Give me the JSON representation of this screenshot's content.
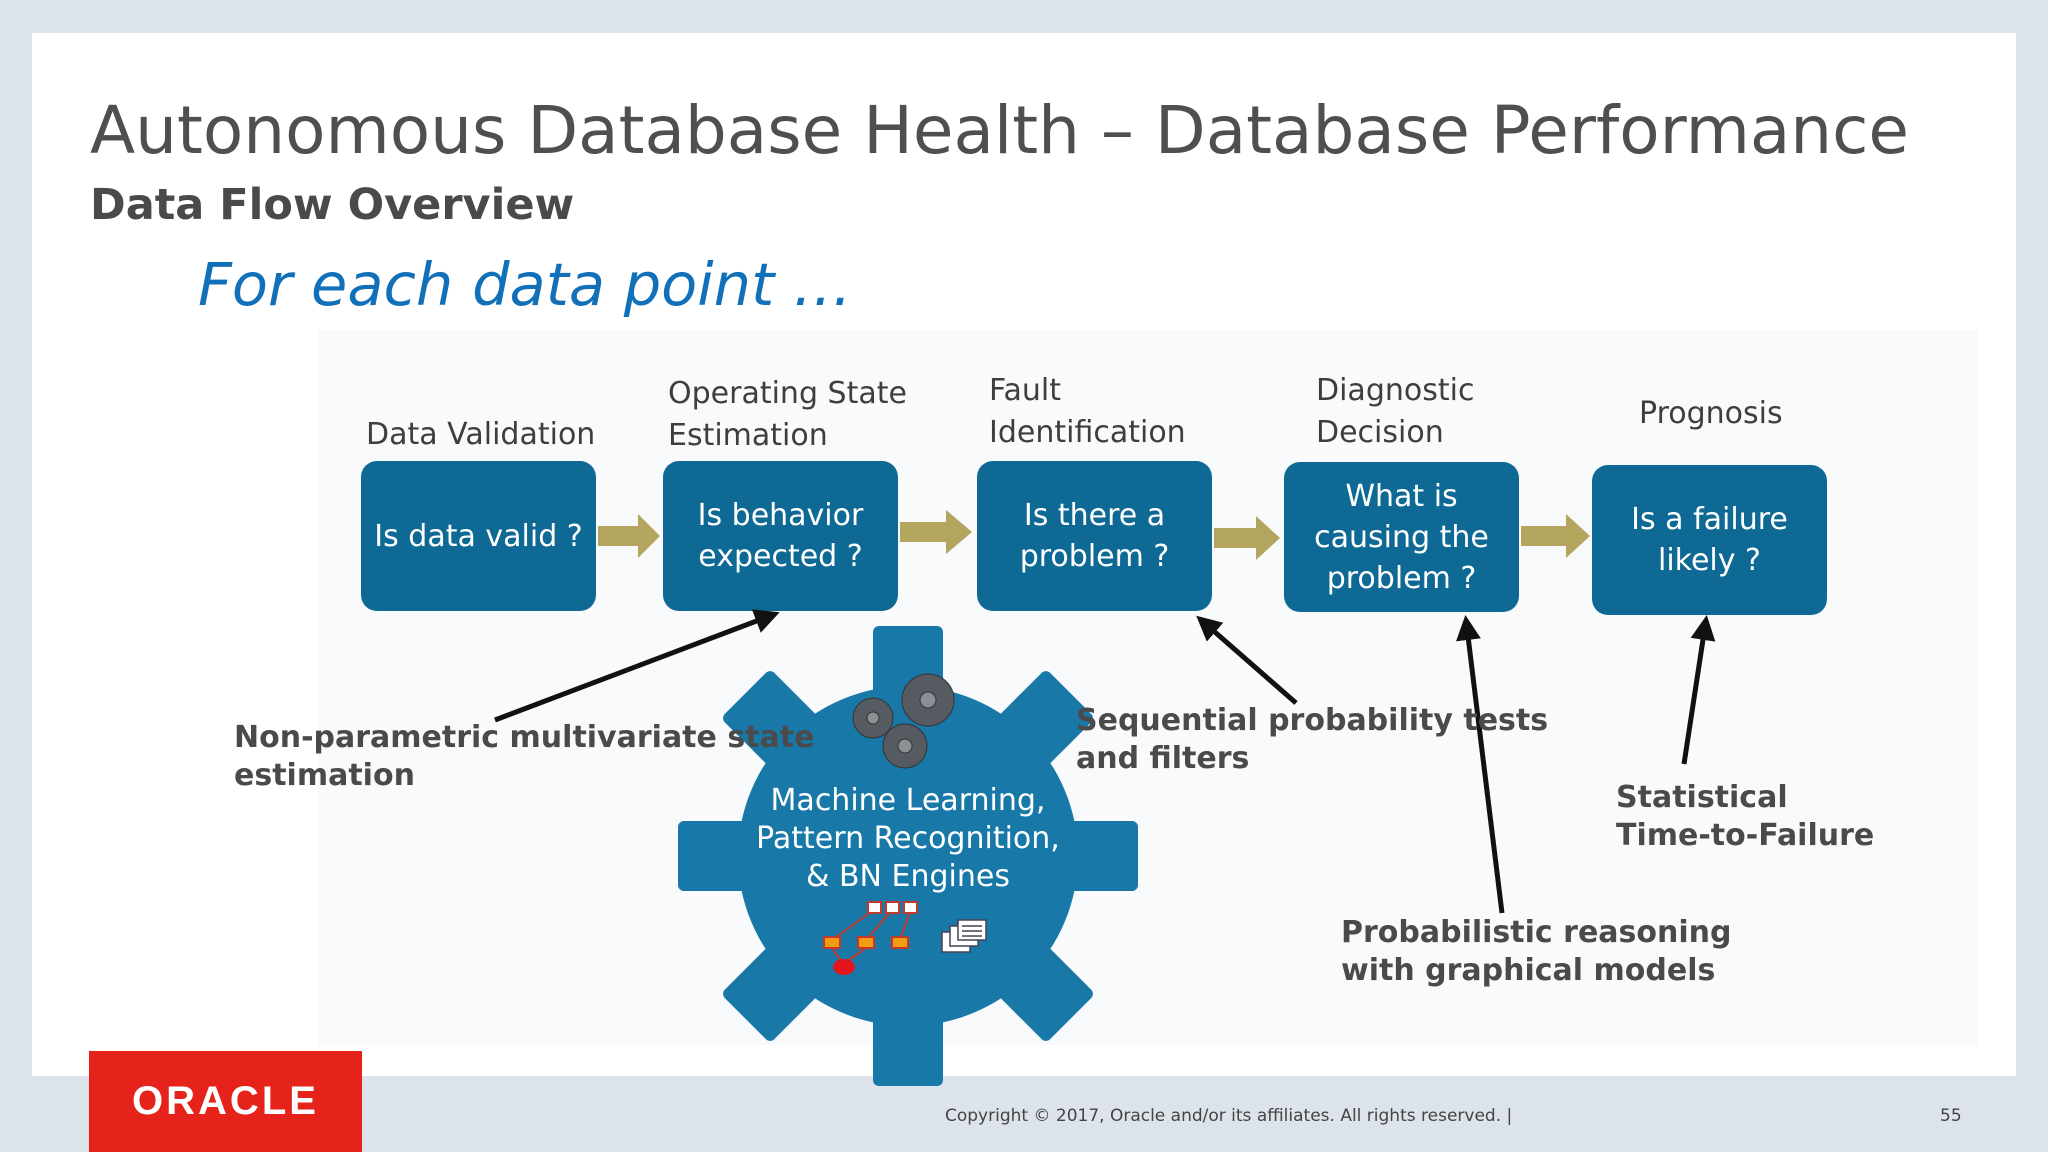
{
  "title": "Autonomous Database Health – Database Performance",
  "subtitle": "Data Flow Overview",
  "tagline": "For each data point …",
  "steps": [
    {
      "label": "Data Validation",
      "box": "Is data valid ?"
    },
    {
      "label": "Operating State\nEstimation",
      "box": "Is behavior\nexpected ?"
    },
    {
      "label": "Fault\nIdentification",
      "box": "Is there a\nproblem ?"
    },
    {
      "label": "Diagnostic\nDecision",
      "box": "What is\ncausing the\nproblem ?"
    },
    {
      "label": "Prognosis",
      "box": "Is a failure\nlikely ?"
    }
  ],
  "annotations": {
    "nonparametric": "Non-parametric multivariate state\nestimation",
    "sequential": "Sequential probability tests\nand filters",
    "probabilistic": "Probabilistic reasoning\nwith graphical models",
    "statistical": "Statistical\nTime-to-Failure"
  },
  "gear_text": "Machine Learning,\nPattern Recognition,\n& BN Engines",
  "icons": [
    "gears-icon",
    "bayesian-network-icon",
    "documents-icon",
    "oracle-logo"
  ],
  "colors": {
    "box": "#0e6a95",
    "gear": "#1878a8",
    "flow_arrow": "#b3a55d",
    "tagline": "#1170b8",
    "oracle_red": "#e5231b"
  },
  "footer": {
    "logo": "ORACLE",
    "copyright": "Copyright © 2017, Oracle and/or its affiliates. All rights reserved.  |",
    "page": "55"
  }
}
